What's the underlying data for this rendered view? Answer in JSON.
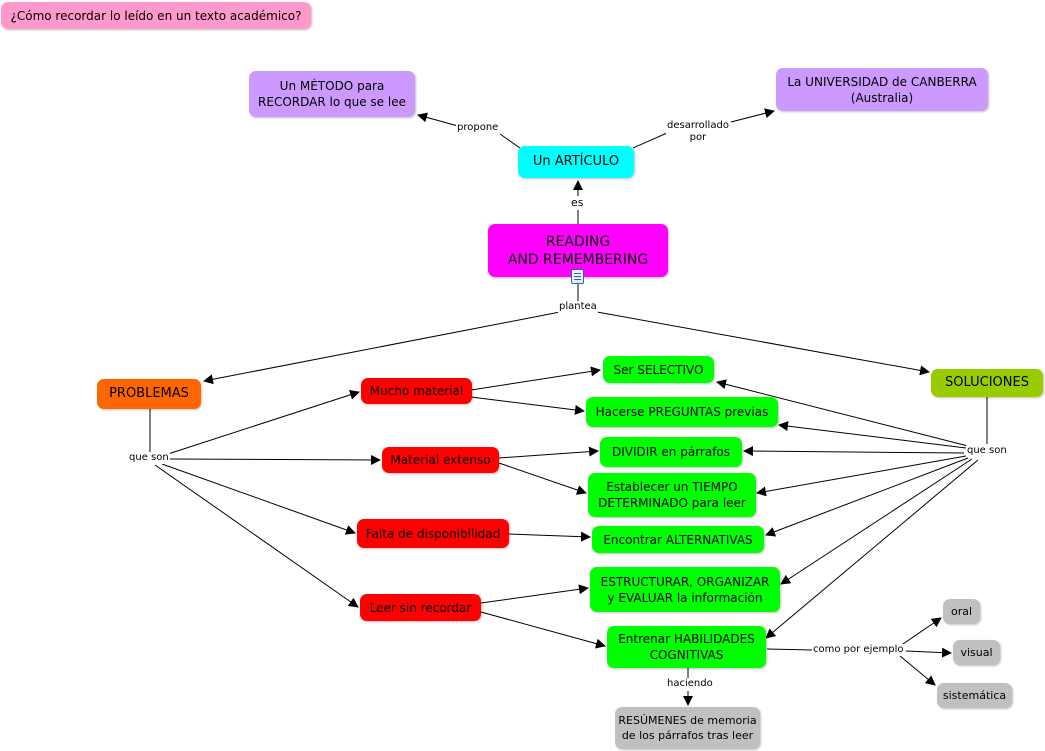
{
  "question": "¿Cómo recordar lo leído en un texto académico?",
  "nodes": {
    "reading": "READING\nAND REMEMBERING",
    "articulo": "Un ARTÍCULO",
    "metodo": "Un MÉTODO para\nRECORDAR lo que se lee",
    "universidad": "La UNIVERSIDAD de CANBERRA\n(Australia)",
    "problemas": "PROBLEMAS",
    "soluciones": "SOLUCIONES",
    "mucho": "Mucho material",
    "extenso": "Material extenso",
    "falta": "Falta de disponibilidad",
    "leer": "Leer sin recordar",
    "selectivo": "Ser SELECTIVO",
    "preguntas": "Hacerse PREGUNTAS previas",
    "dividir": "DIVIDIR en párrafos",
    "tiempo": "Establecer un TIEMPO\nDETERMINADO para leer",
    "alternativas": "Encontrar ALTERNATIVAS",
    "estructurar": "ESTRUCTURAR, ORGANIZAR\ny EVALUAR la información",
    "entrenar": "Entrenar HABILIDADES\nCOGNITIVAS",
    "resumenes": "RESÚMENES de memoria\nde los párrafos tras leer",
    "oral": "oral",
    "visual": "visual",
    "sistematica": "sistemática"
  },
  "links": {
    "propone": "propone",
    "desarrollado": "desarrollado\npor",
    "es": "es",
    "plantea": "plantea",
    "queson_left": "que son",
    "queson_right": "que son",
    "ejemplo": "como por ejemplo",
    "haciendo": "haciendo"
  },
  "colors": {
    "question": "#ff99cc",
    "purple": "#cc99ff",
    "cyan": "#00ffff",
    "magenta": "#ff00ff",
    "orange": "#ff6600",
    "lime": "#99cc00",
    "red": "#ff0000",
    "green": "#00ff00",
    "gray": "#c0c0c0"
  }
}
